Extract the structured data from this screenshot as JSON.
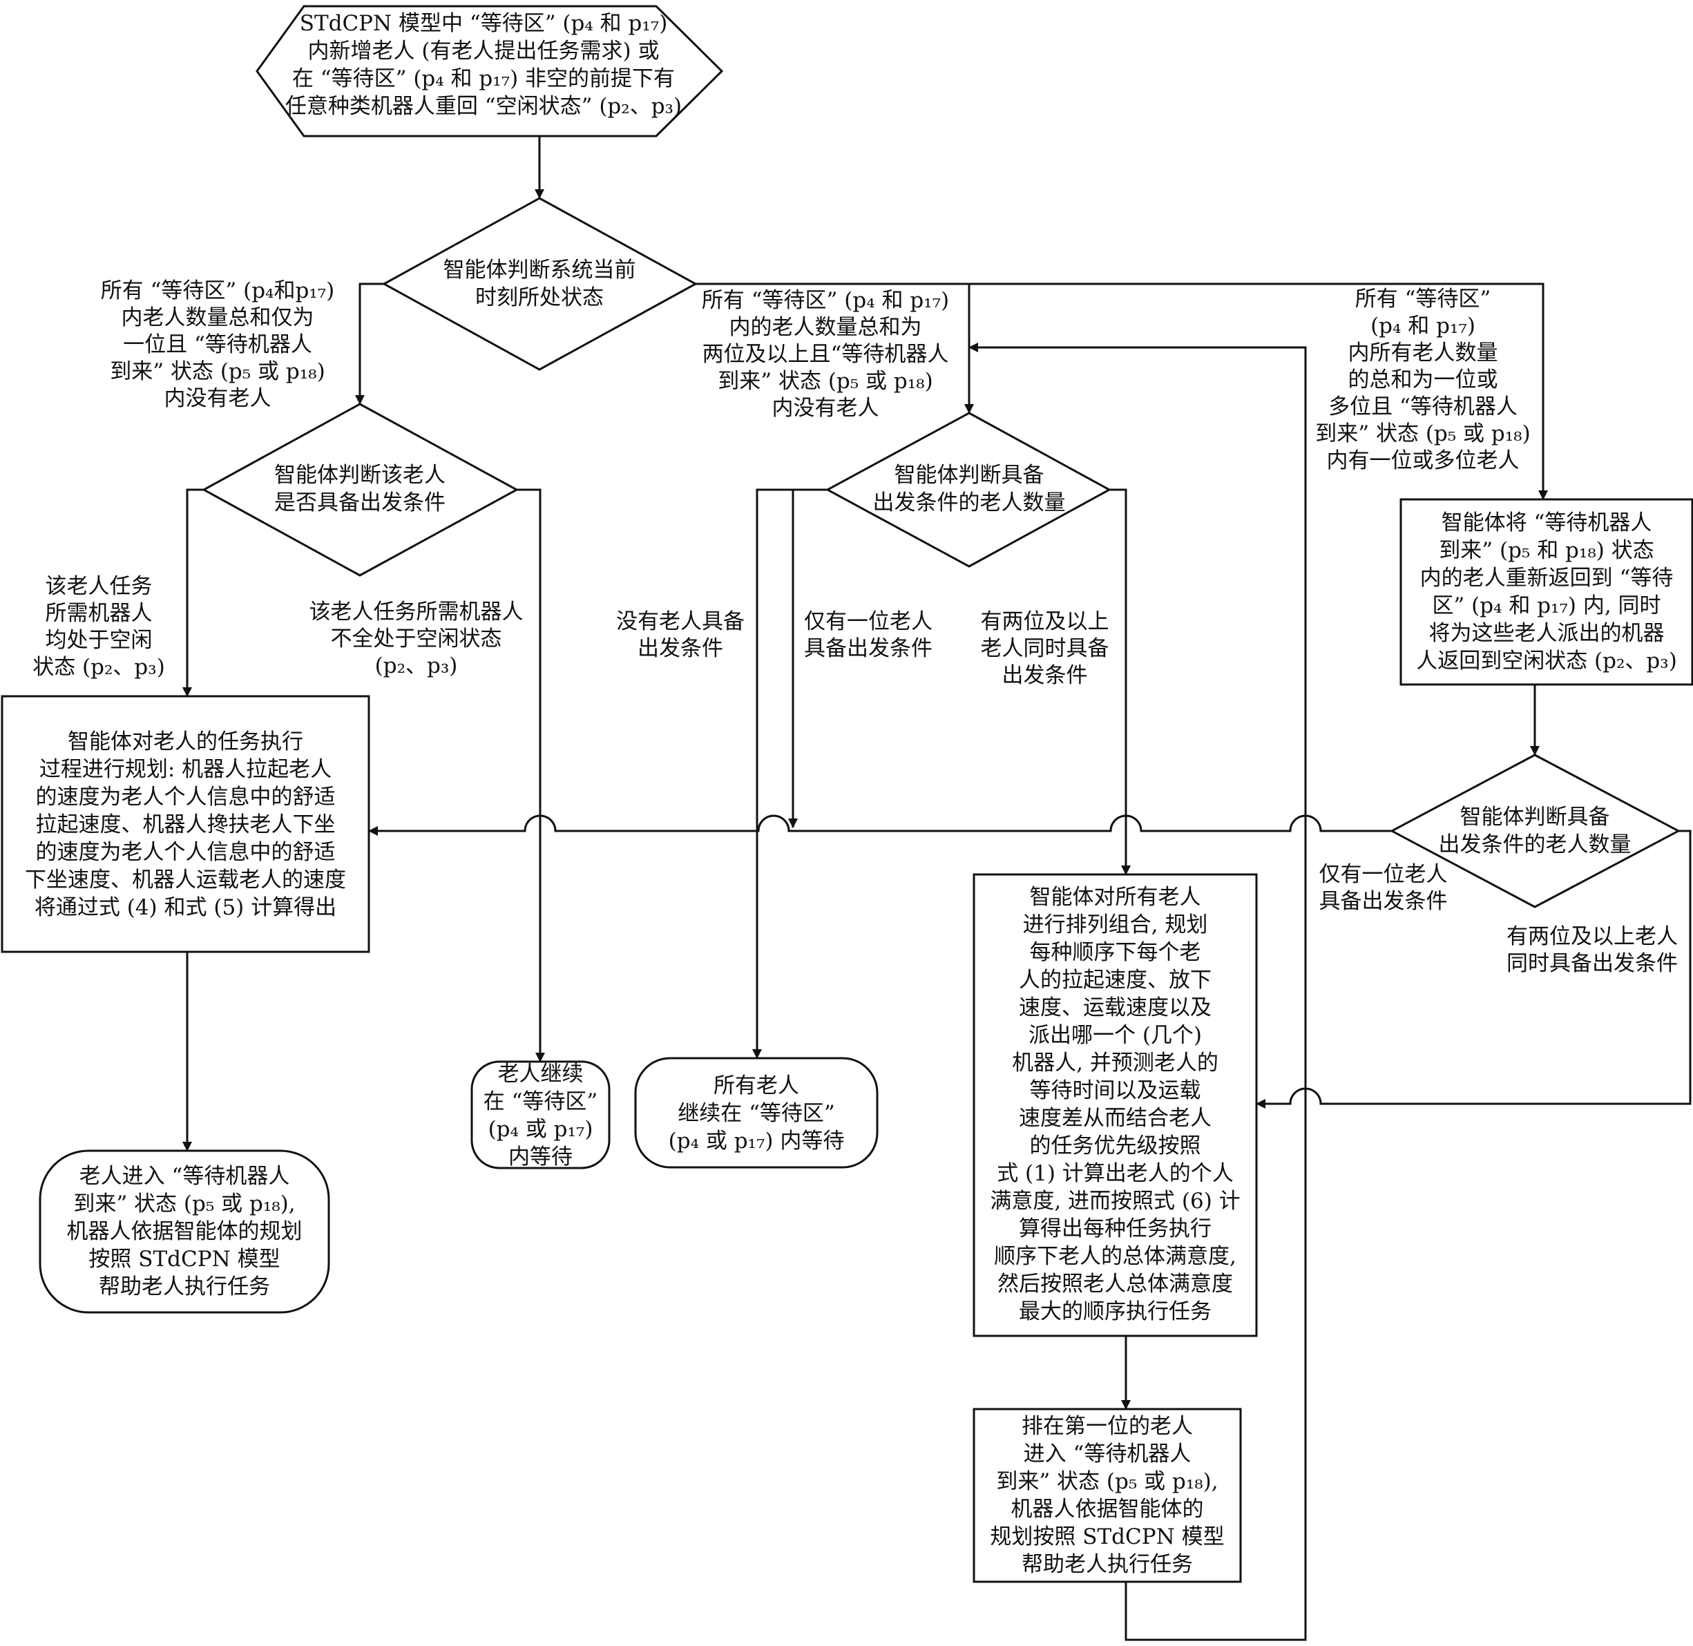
{
  "nodes": {
    "start": [
      "STdCPN 模型中 “等待区” (p₄ 和 p₁₇)",
      "内新增老人 (有老人提出任务需求) 或",
      "在 “等待区” (p₄ 和 p₁₇) 非空的前提下有",
      "任意种类机器人重回 “空闲状态” (p₂、p₃)"
    ],
    "decision_state": [
      "智能体判断系统当前",
      "时刻所处状态"
    ],
    "decision_one": [
      "智能体判断该老人",
      "是否具备出发条件"
    ],
    "decision_count_mid": [
      "智能体判断具备",
      "出发条件的老人数量"
    ],
    "reset_box": [
      "智能体将 “等待机器人",
      "到来” (p₅ 和 p₁₈) 状态",
      "内的老人重新返回到 “等待",
      "区” (p₄ 和 p₁₇) 内, 同时",
      "将为这些老人派出的机器",
      "人返回到空闲状态 (p₂、p₃)"
    ],
    "decision_count_right": [
      "智能体判断具备",
      "出发条件的老人数量"
    ],
    "plan_box": [
      "智能体对老人的任务执行",
      "过程进行规划: 机器人拉起老人",
      "的速度为老人个人信息中的舒适",
      "拉起速度、机器人搀扶老人下坐",
      "的速度为老人个人信息中的舒适",
      "下坐速度、机器人运载老人的速度",
      "将通过式 (4) 和式 (5) 计算得出"
    ],
    "wait_one": [
      "老人继续",
      "在 “等待区”",
      "(p₄ 或 p₁₇)",
      "内等待"
    ],
    "wait_all": [
      "所有老人",
      "继续在 “等待区”",
      "(p₄ 或 p₁₇) 内等待"
    ],
    "enter_one": [
      "老人进入 “等待机器人",
      "到来” 状态 (p₅ 或 p₁₈),",
      "机器人依据智能体的规划",
      "按照 STdCPN 模型",
      "帮助老人执行任务"
    ],
    "perm_box": [
      "智能体对所有老人",
      "进行排列组合, 规划",
      "每种顺序下每个老",
      "人的拉起速度、放下",
      "速度、运载速度以及",
      "派出哪一个 (几个)",
      "机器人, 并预测老人的",
      "等待时间以及运载",
      "速度差从而结合老人",
      "的任务优先级按照",
      "式 (1) 计算出老人的个人",
      "满意度, 进而按照式 (6) 计",
      "算得出每种任务执行",
      "顺序下老人的总体满意度,",
      "然后按照老人总体满意度",
      "最大的顺序执行任务"
    ],
    "first_box": [
      "排在第一位的老人",
      "进入 “等待机器人",
      "到来” 状态 (p₅ 或 p₁₈),",
      "机器人依据智能体的",
      "规划按照 STdCPN 模型",
      "帮助老人执行任务"
    ]
  },
  "edge_labels": {
    "state_single": [
      "所有 “等待区” (p₄和p₁₇)",
      "内老人数量总和仅为",
      "一位且 “等待机器人",
      "到来” 状态 (p₅ 或 p₁₈)",
      "内没有老人"
    ],
    "state_multi": [
      "所有 “等待区” (p₄ 和 p₁₇)",
      "内的老人数量总和为",
      "两位及以上且“等待机器人",
      "到来” 状态 (p₅ 或 p₁₈)",
      "内没有老人"
    ],
    "state_waiting": [
      "所有 “等待区”",
      "(p₄ 和 p₁₇)",
      "内所有老人数量",
      "的总和为一位或",
      "多位且 “等待机器人",
      "到来” 状态 (p₅ 或 p₁₈)",
      "内有一位或多位老人"
    ],
    "one_yes": [
      "该老人任务",
      "所需机器人",
      "均处于空闲",
      "状态 (p₂、p₃)"
    ],
    "one_no": [
      "该老人任务所需机器人",
      "不全处于空闲状态",
      "(p₂、p₃)"
    ],
    "mid_none": [
      "没有老人具备",
      "出发条件"
    ],
    "mid_one": [
      "仅有一位老人",
      "具备出发条件"
    ],
    "mid_many": [
      "有两位及以上",
      "老人同时具备",
      "出发条件"
    ],
    "right_one": [
      "仅有一位老人",
      "具备出发条件"
    ],
    "right_many": [
      "有两位及以上老人",
      "同时具备出发条件"
    ]
  }
}
